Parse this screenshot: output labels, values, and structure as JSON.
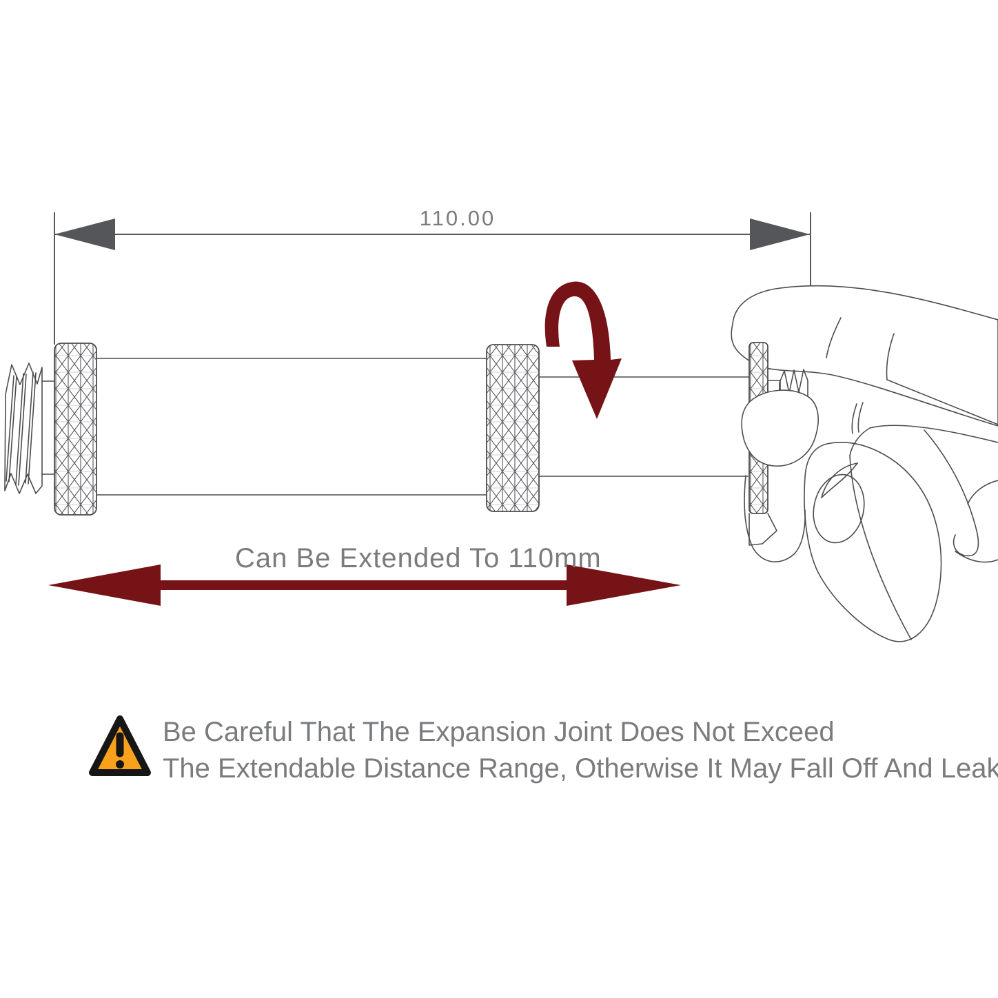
{
  "figure": {
    "dimension_label": "110.00",
    "extend_label": "Can Be Extended To 110mm",
    "warning": {
      "line1": "Be Careful That The Expansion Joint Does Not Exceed",
      "line2": "The Extendable Distance Range, Otherwise It May Fall Off And Leak."
    },
    "colors": {
      "accent_red": "#751316",
      "dimension_gray": "#55565a",
      "line_gray": "#4c4c4f",
      "text_gray": "#7a7b7e",
      "warning_orange": "#f7a11c",
      "warning_outline": "#161616",
      "background": "#ffffff"
    },
    "icons": {
      "warning": "warning-triangle-icon",
      "rotate": "rotate-arrow-icon",
      "extend": "extend-range-double-arrow-icon",
      "dimension": "dimension-arrowheads-icon"
    }
  }
}
